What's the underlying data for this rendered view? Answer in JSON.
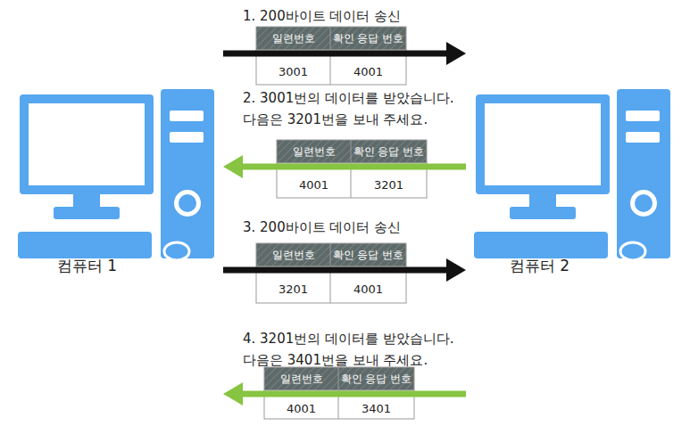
{
  "diagram": {
    "nodes": [
      {
        "text": [
          "컴퓨터 1"
        ]
      },
      {
        "text": [
          "컴퓨터 2"
        ]
      }
    ],
    "edges": [
      {
        "from": 0,
        "to": 1,
        "arrow": "to",
        "label": "1. 200바이트 데이터 송신"
      },
      {
        "from": 1,
        "to": 0,
        "arrow": "to",
        "label": "2. 3001번의 데이터를 받았습니다. 다음은 3201번을 보내 주세요."
      },
      {
        "from": 0,
        "to": 1,
        "arrow": "to",
        "label": "3. 200바이트 데이터 송신"
      },
      {
        "from": 1,
        "to": 0,
        "arrow": "to",
        "label": "4. 3201번의 데이터를 받았습니다. 다음은 3401번을 보내 주세요."
      }
    ],
    "labels": [
      "일련번호",
      "확인 응답 번호",
      "3001",
      "4001",
      "일련번호",
      "확인 응답 번호",
      "4001",
      "3201",
      "일련번호",
      "확인 응답 번호",
      "3201",
      "4001",
      "일련번호",
      "확인 응답 번호",
      "4001",
      "3401"
    ]
  }
}
